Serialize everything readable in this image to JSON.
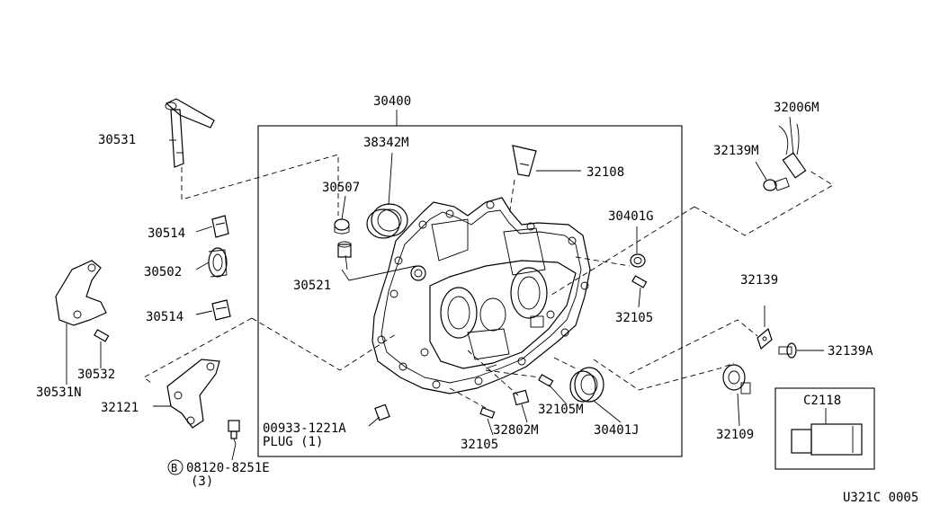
{
  "diagram": {
    "code": "U321C 0005",
    "labels": {
      "p30400": "30400",
      "p38342M": "38342M",
      "p30507": "30507",
      "p30521": "30521",
      "p32108": "32108",
      "p30401G": "30401G",
      "p32105a": "32105",
      "p32006M": "32006M",
      "p32139M": "32139M",
      "p30531": "30531",
      "p30514a": "30514",
      "p30502": "30502",
      "p30514b": "30514",
      "p30532": "30532",
      "p30531N": "30531N",
      "p32121": "32121",
      "p08120": "08120-8251E",
      "p08120qty": "(3)",
      "p08120mark": "B",
      "p00933": "00933-1221A",
      "plug": "PLUG (1)",
      "p32105b": "32105",
      "p32802M": "32802M",
      "p32105M": "32105M",
      "p30401J": "30401J",
      "p32139": "32139",
      "p32139A": "32139A",
      "p32109": "32109",
      "pC2118": "C2118"
    }
  }
}
